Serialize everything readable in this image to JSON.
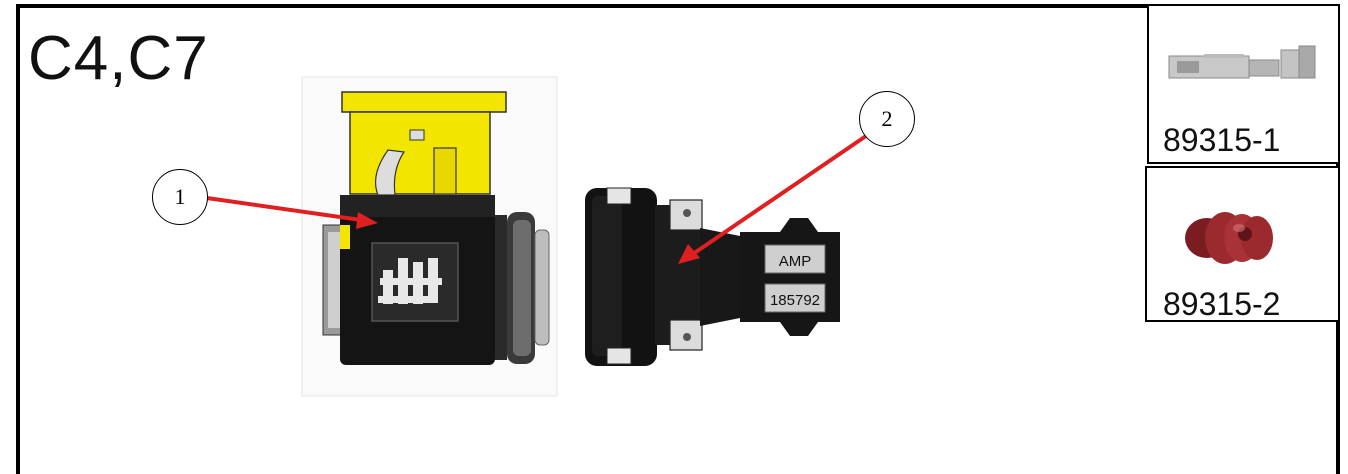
{
  "title": "C4,C7",
  "callouts": [
    "1",
    "2"
  ],
  "connector_2_labels": [
    "AMP",
    "185792"
  ],
  "parts": [
    {
      "number": "89315-1",
      "icon": "terminal-pin-icon"
    },
    {
      "number": "89315-2",
      "icon": "seal-plug-icon"
    }
  ],
  "colors": {
    "frame": "#000000",
    "arrow": "#e02020",
    "latch": "#f2e600",
    "housing": "#141414",
    "seal": "#9b2a2e"
  }
}
